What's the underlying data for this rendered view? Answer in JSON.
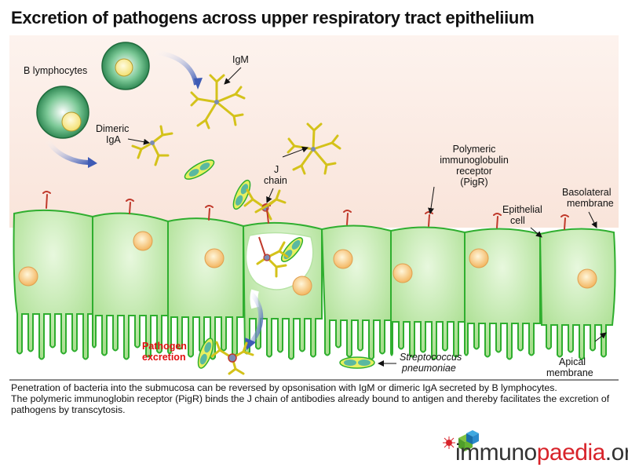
{
  "title": "Excretion of pathogens across upper respiratory tract epitheliium",
  "labels": {
    "b_lymphocytes": "B lymphocytes",
    "igm": "IgM",
    "dimeric_iga_1": "Dimeric",
    "dimeric_iga_2": "IgA",
    "j_chain_1": "J",
    "j_chain_2": "chain",
    "pigr_1": "Polymeric",
    "pigr_2": "immunoglobulin",
    "pigr_3": "receptor",
    "pigr_4": "(PigR)",
    "epithelial_1": "Epithelial",
    "epithelial_2": "cell",
    "basolateral_1": "Basolateral",
    "basolateral_2": "membrane",
    "pathogen_1": "Pathogen",
    "pathogen_2": "excretion",
    "strep_1": "Streptococcus",
    "strep_2": "pneumoniae",
    "apical_1": "Apical",
    "apical_2": "membrane"
  },
  "caption": {
    "line1": "Penetration of bacteria into the submucosa can be reversed by opsonisation with IgM or dimeric IgA secreted by B lymphocytes.",
    "line2": "The polymeric immunoglobin receptor (PigR) binds the J chain of antibodies already bound to antigen and thereby facilitates the excretion of pathogens by transcytosis."
  },
  "logo": {
    "part1": "immuno",
    "part2": "paedia",
    "part3": ".org"
  },
  "colors": {
    "cell_fill": "#c8ecb8",
    "cell_stroke": "#2fae2f",
    "nucleus": "#f6c27a",
    "antibody": "#e6d21a",
    "receptor": "#c0392b",
    "arrow": "#3e5bb5",
    "background_top": "#fbeee6",
    "lymphocyte": "#2e8b57"
  }
}
